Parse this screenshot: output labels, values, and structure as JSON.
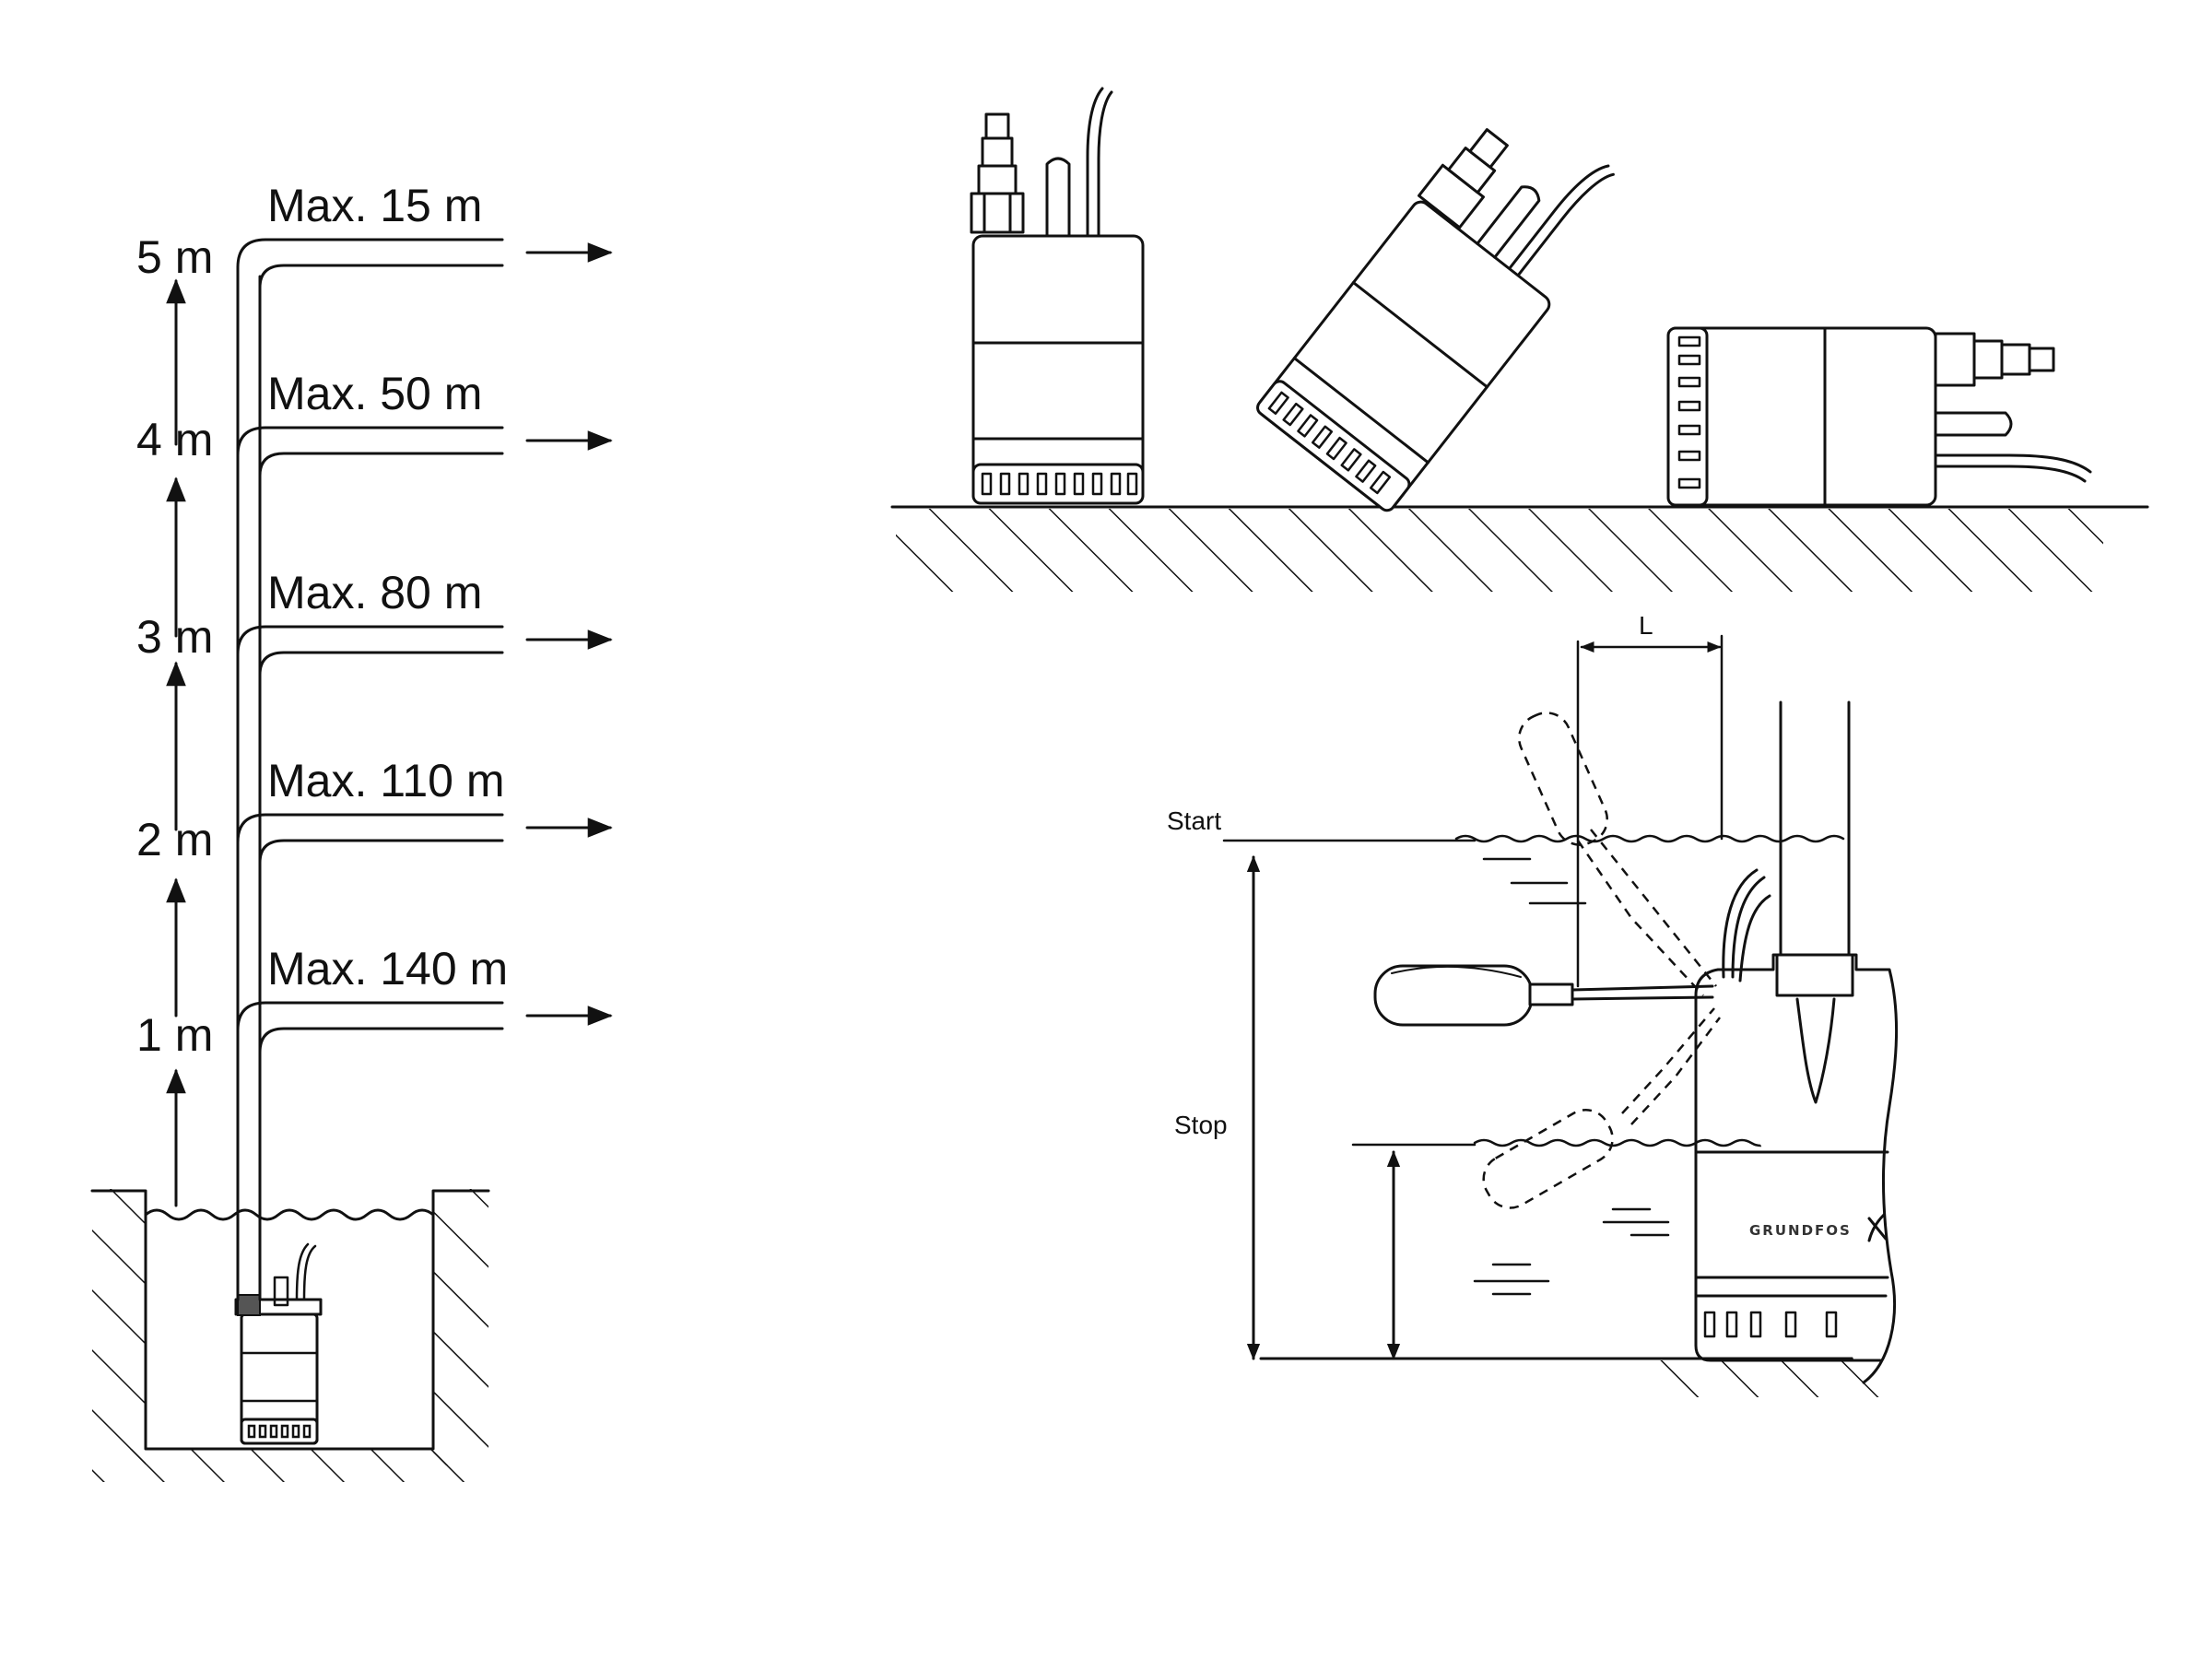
{
  "head_diagram": {
    "heights": [
      "1 m",
      "2 m",
      "3 m",
      "4 m",
      "5 m"
    ],
    "max_lengths": [
      "Max. 140 m",
      "Max. 110 m",
      "Max. 80 m",
      "Max. 50 m",
      "Max. 15 m"
    ]
  },
  "float_switch_diagram": {
    "start_label": "Start",
    "stop_label": "Stop",
    "length_label": "L",
    "brand_mark": "GRUNDFOS"
  }
}
